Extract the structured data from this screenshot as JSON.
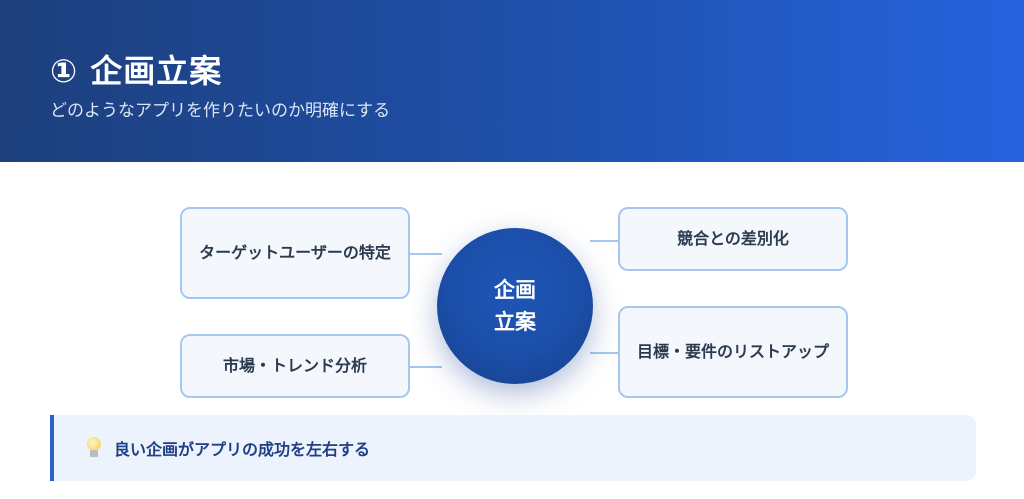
{
  "header": {
    "title": "① 企画立案",
    "subtitle": "どのようなアプリを作りたいのか明確にする"
  },
  "center": {
    "label": "企画立案"
  },
  "boxes": {
    "top_left": "ターゲットユーザーの特定",
    "bottom_left": "市場・トレンド分析",
    "top_right": "競合との差別化",
    "bottom_right": "目標・要件のリストアップ"
  },
  "tip": {
    "icon": "lightbulb-icon",
    "text": "良い企画がアプリの成功を左右する"
  },
  "colors": {
    "header_start": "#1d3f7c",
    "header_end": "#2563de",
    "accent": "#2b5fd0",
    "box_border": "#a6c8ee",
    "box_fill": "#f4f8fd",
    "tip_fill": "#edf3fc"
  }
}
